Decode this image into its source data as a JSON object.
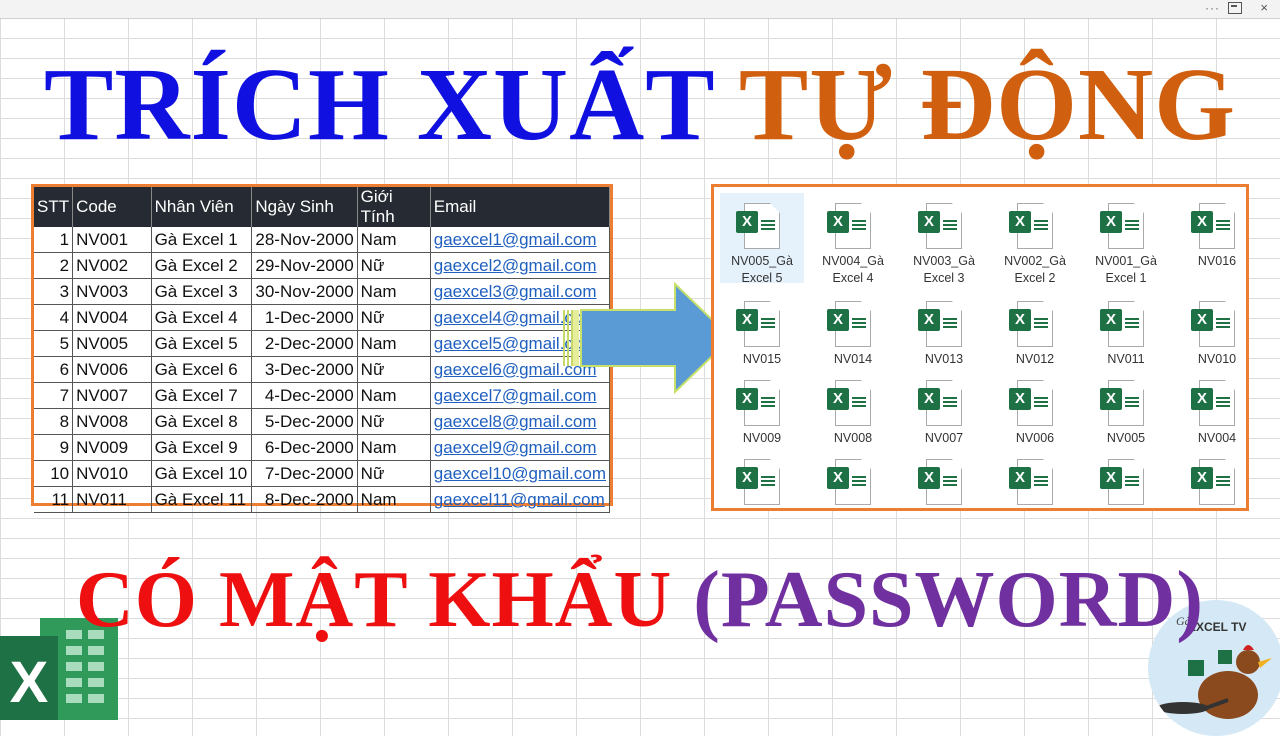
{
  "title": {
    "part1": "TRÍCH XUẤT",
    "part2": "TỰ ĐỘNG"
  },
  "subtitle": {
    "part1": "CÓ MẬT KHẨU",
    "part2": "(PASSWORD)"
  },
  "window": {
    "menu_glyph": "···",
    "close_glyph": "×"
  },
  "table": {
    "headers": [
      "STT",
      "Code",
      "Nhân Viên",
      "Ngày Sinh",
      "Giới Tính",
      "Email"
    ],
    "rows": [
      [
        "1",
        "NV001",
        "Gà Excel 1",
        "28-Nov-2000",
        "Nam",
        "gaexcel1@gmail.com"
      ],
      [
        "2",
        "NV002",
        "Gà Excel 2",
        "29-Nov-2000",
        "Nữ",
        "gaexcel2@gmail.com"
      ],
      [
        "3",
        "NV003",
        "Gà Excel 3",
        "30-Nov-2000",
        "Nam",
        "gaexcel3@gmail.com"
      ],
      [
        "4",
        "NV004",
        "Gà Excel 4",
        "1-Dec-2000",
        "Nữ",
        "gaexcel4@gmail.com"
      ],
      [
        "5",
        "NV005",
        "Gà Excel 5",
        "2-Dec-2000",
        "Nam",
        "gaexcel5@gmail.com"
      ],
      [
        "6",
        "NV006",
        "Gà Excel 6",
        "3-Dec-2000",
        "Nữ",
        "gaexcel6@gmail.com"
      ],
      [
        "7",
        "NV007",
        "Gà Excel 7",
        "4-Dec-2000",
        "Nam",
        "gaexcel7@gmail.com"
      ],
      [
        "8",
        "NV008",
        "Gà Excel 8",
        "5-Dec-2000",
        "Nữ",
        "gaexcel8@gmail.com"
      ],
      [
        "9",
        "NV009",
        "Gà Excel 9",
        "6-Dec-2000",
        "Nam",
        "gaexcel9@gmail.com"
      ],
      [
        "10",
        "NV010",
        "Gà Excel 10",
        "7-Dec-2000",
        "Nữ",
        "gaexcel10@gmail.com"
      ],
      [
        "11",
        "NV011",
        "Gà Excel 11",
        "8-Dec-2000",
        "Nam",
        "gaexcel11@gmail.com"
      ]
    ]
  },
  "files": {
    "icon_letter": "X",
    "items": [
      {
        "name": "NV005_Gà Excel 5",
        "selected": true
      },
      {
        "name": "NV004_Gà Excel 4"
      },
      {
        "name": "NV003_Gà Excel 3"
      },
      {
        "name": "NV002_Gà Excel 2"
      },
      {
        "name": "NV001_Gà Excel 1"
      },
      {
        "name": "NV016"
      },
      {
        "name": "NV015"
      },
      {
        "name": "NV014"
      },
      {
        "name": "NV013"
      },
      {
        "name": "NV012"
      },
      {
        "name": "NV011"
      },
      {
        "name": "NV010"
      },
      {
        "name": "NV009"
      },
      {
        "name": "NV008"
      },
      {
        "name": "NV007"
      },
      {
        "name": "NV006"
      },
      {
        "name": "NV005"
      },
      {
        "name": "NV004"
      },
      {
        "name": ""
      },
      {
        "name": ""
      },
      {
        "name": ""
      },
      {
        "name": ""
      },
      {
        "name": ""
      },
      {
        "name": ""
      }
    ]
  },
  "logos": {
    "excel_letter": "X",
    "channel_script": "Gà",
    "channel_name": "EXCEL TV"
  },
  "colors": {
    "title_blue": "#1010e0",
    "title_orange": "#d06010",
    "subtitle_red": "#ee1010",
    "subtitle_purple": "#7030a0",
    "frame_orange": "#ed7d31",
    "excel_green": "#1e7145",
    "arrow_blue": "#5b9bd5"
  }
}
